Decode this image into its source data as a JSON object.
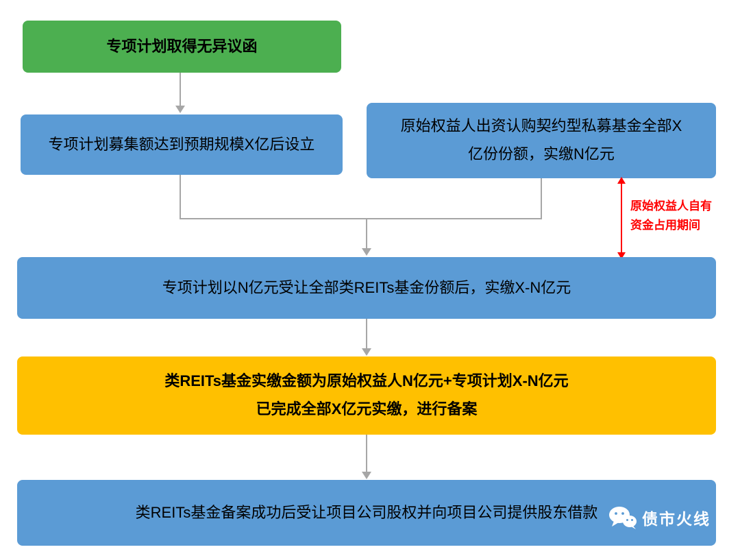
{
  "colors": {
    "green": "#4caf50",
    "blue": "#5b9bd5",
    "orange": "#ffc000",
    "red": "#ff0000",
    "arrow": "#a6a6a6",
    "text": "#000000",
    "watermark_text": "#ffffff"
  },
  "nodes": {
    "no_objection": "专项计划取得无异议函",
    "fundraise": "专项计划募集额达到预期规模X亿后设立",
    "original_owner": "原始权益人出资认购契约型私募基金全部X\n亿份份额，实缴N亿元",
    "transfer": "专项计划以N亿元受让全部类REITs基金份额后，实缴X-N亿元",
    "paid_in": "类REITs基金实缴金额为原始权益人N亿元+专项计划X-N亿元\n已完成全部X亿元实缴，进行备案",
    "filing": "类REITs基金备案成功后受让项目公司股权并向项目公司提供股东借款"
  },
  "annotations": {
    "capital_occupation": "原始权益人自有\n资金占用期间"
  },
  "watermark": {
    "label": "债市火线"
  }
}
